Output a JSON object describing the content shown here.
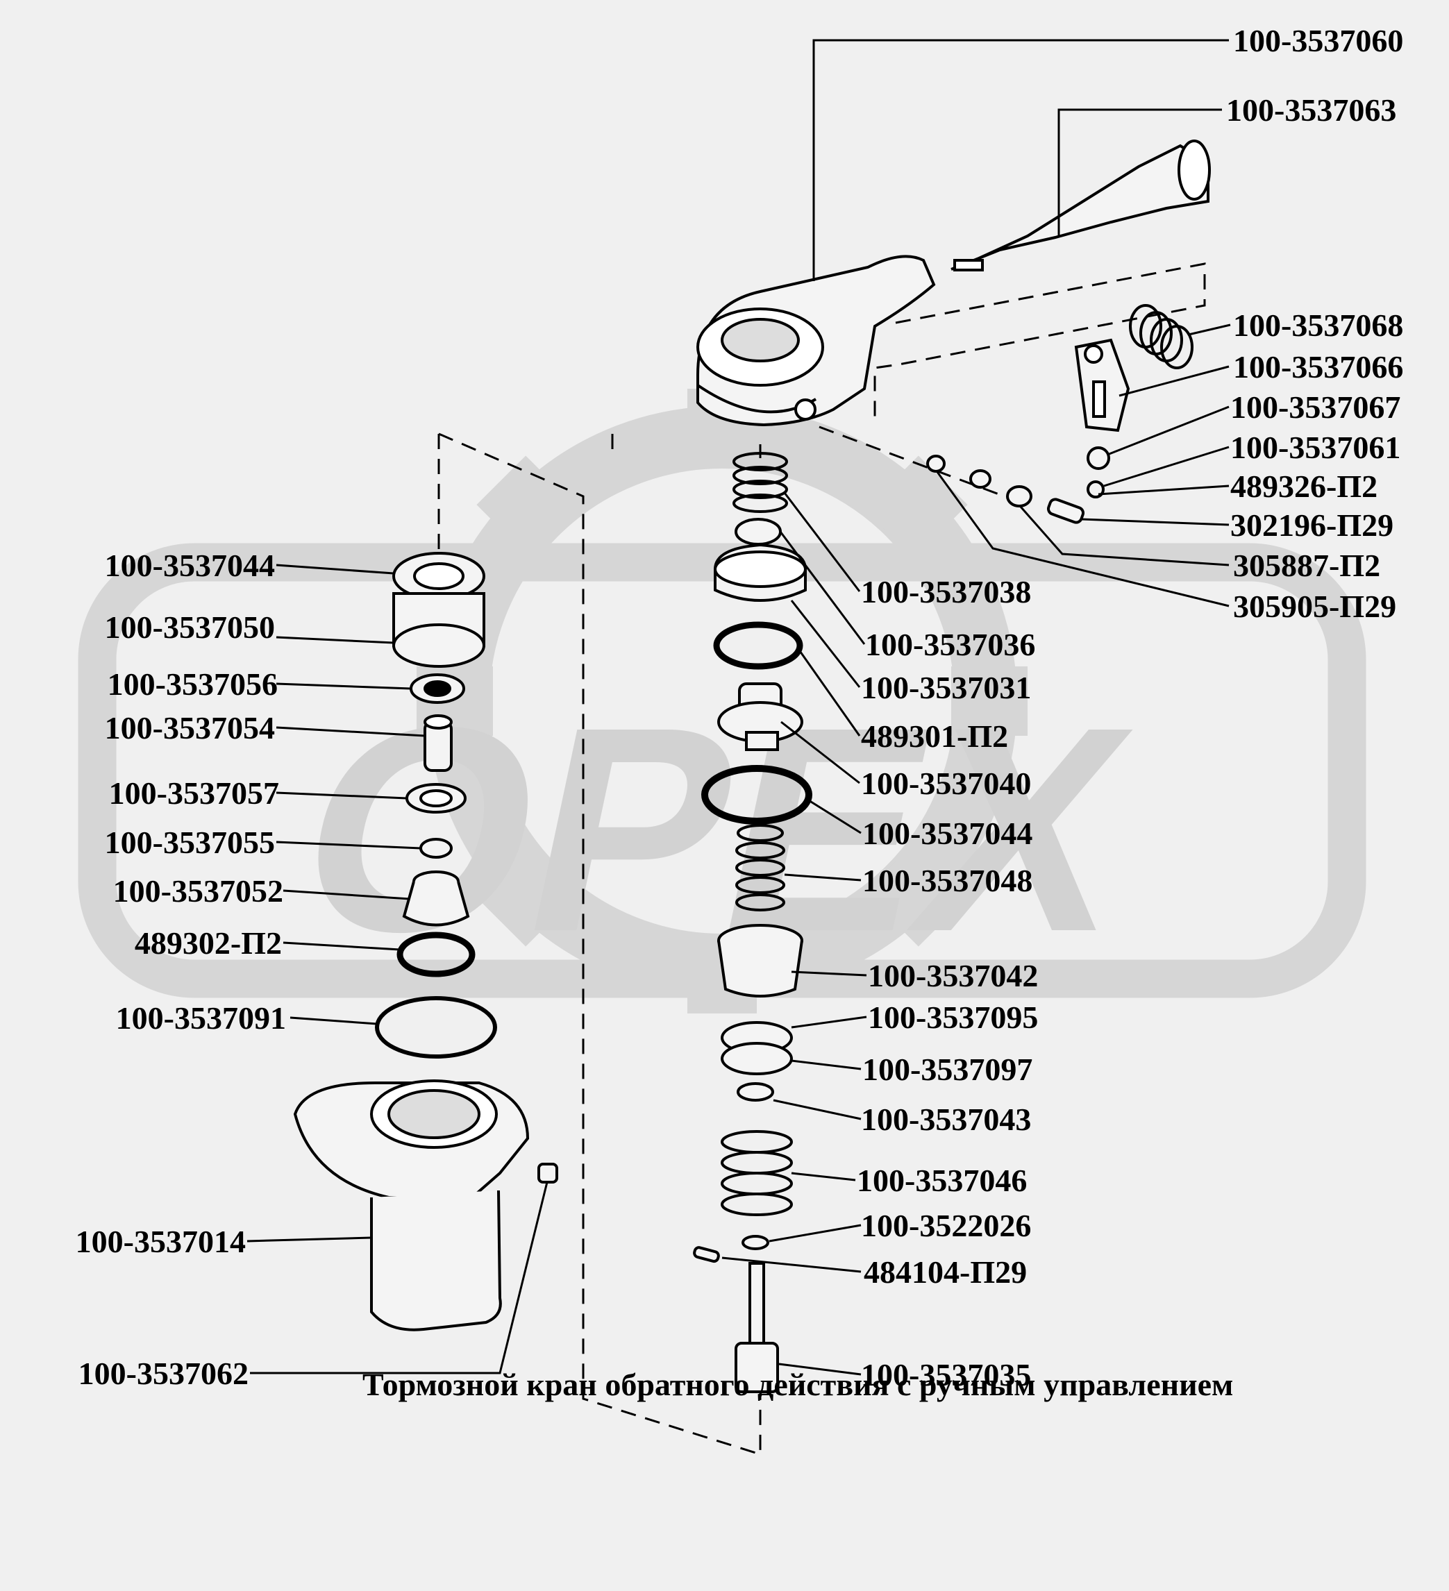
{
  "caption": "Тормозной кран обратного действия с ручным  управлением",
  "watermark": {
    "text": "ОРЕХ",
    "color": "#d2d2d2"
  },
  "colors": {
    "background": "#f0f0f0",
    "line": "#000000",
    "part_fill": "#f4f4f4",
    "shade": "#c8c8c8"
  },
  "labels": {
    "p3537060": "100-3537060",
    "p3537063": "100-3537063",
    "p3537068": "100-3537068",
    "p3537066": "100-3537066",
    "p3537067": "100-3537067",
    "p3537061": "100-3537061",
    "p489326": "489326-П2",
    "p302196": "302196-П29",
    "p305887": "305887-П2",
    "p305905": "305905-П29",
    "p3537038": "100-3537038",
    "p3537036": "100-3537036",
    "p3537031": "100-3537031",
    "p489301": "489301-П2",
    "p3537040": "100-3537040",
    "p3537044r": "100-3537044",
    "p3537048": "100-3537048",
    "p3537042": "100-3537042",
    "p3537095": "100-3537095",
    "p3537097": "100-3537097",
    "p3537043": "100-3537043",
    "p3537046": "100-3537046",
    "p3522026": "100-3522026",
    "p484104": "484104-П29",
    "p3537035": "100-3537035",
    "p3537044l": "100-3537044",
    "p3537050": "100-3537050",
    "p3537056": "100-3537056",
    "p3537054": "100-3537054",
    "p3537057": "100-3537057",
    "p3537055": "100-3537055",
    "p3537052": "100-3537052",
    "p489302": "489302-П2",
    "p3537091": "100-3537091",
    "p3537014": "100-3537014",
    "p3537062": "100-3537062"
  }
}
